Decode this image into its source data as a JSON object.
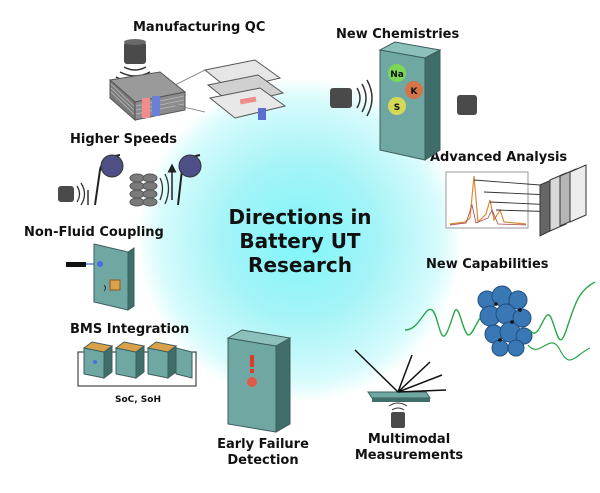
{
  "title_lines": [
    "Directions in",
    "Battery UT",
    "Research"
  ],
  "labels": {
    "manufacturing_qc": "Manufacturing QC",
    "new_chemistries": "New Chemistries",
    "higher_speeds": "Higher Speeds",
    "advanced_analysis": "Advanced Analysis",
    "non_fluid_coupling": "Non-Fluid Coupling",
    "new_capabilities": "New Capabilities",
    "bms_integration": "BMS Integration",
    "early_failure_lines": [
      "Early Failure",
      "Detection"
    ],
    "multimodal_lines": [
      "Multimodal",
      "Measurements"
    ]
  },
  "chem_elements": [
    "Na",
    "K",
    "S"
  ],
  "bms_text": "SoC, SoH",
  "colors": {
    "glow": "#7ff6fa",
    "cell_front": "#6fa8a3",
    "cell_side": "#3f6d6a",
    "transducer": "#4a4a4a",
    "signal_green": "#2aa84a",
    "particle_blue": "#3a78b5",
    "alert_red": "#e03a2a"
  }
}
